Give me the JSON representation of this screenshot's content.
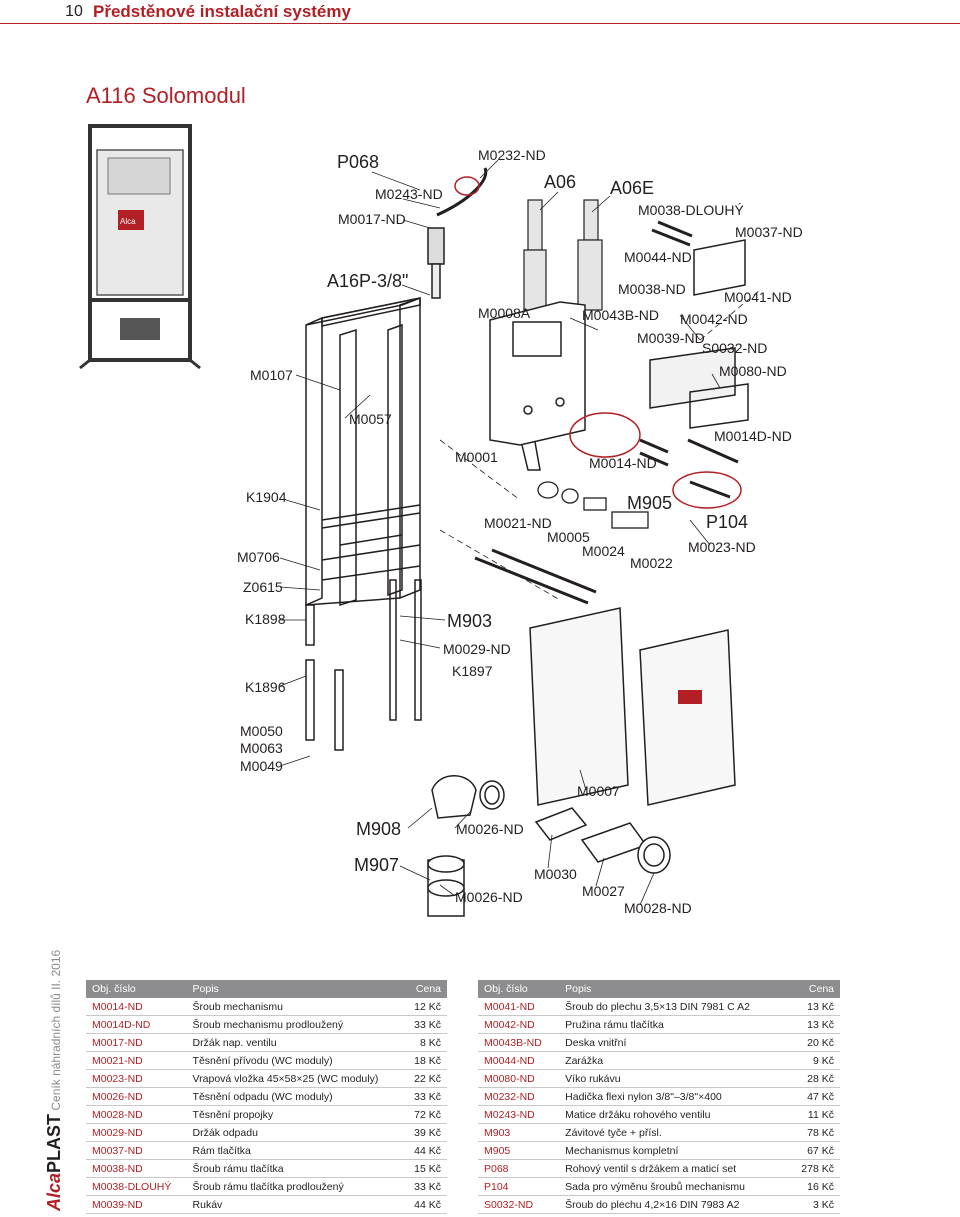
{
  "header": {
    "page_number": "10",
    "section_title": "Předstěnové instalační systémy"
  },
  "product_title": "A116 Solomodul",
  "side": {
    "brand_alca": "Alca",
    "brand_plast": "PLAST",
    "catalog_text": "Ceník náhradních dílů II. 2016"
  },
  "diagram_labels": {
    "p068": "P068",
    "m0232": "M0232-ND",
    "m0243": "M0243-ND",
    "m0017": "M0017-ND",
    "a06": "A06",
    "a06e": "A06E",
    "m0038_dlouhy": "M0038-DLOUHÝ",
    "m0037": "M0037-ND",
    "a16p": "A16P-3/8\"",
    "m0044": "M0044-ND",
    "m0038": "M0038-ND",
    "m0041": "M0041-ND",
    "m0008a": "M0008A",
    "m0043b": "M0043B-ND",
    "m0042": "M0042-ND",
    "m0039": "M0039-ND",
    "s0032": "S0032-ND",
    "m0107": "M0107",
    "m0080": "M0080-ND",
    "m0057": "M0057",
    "m0014d": "M0014D-ND",
    "m0001": "M0001",
    "m0014": "M0014-ND",
    "k1904": "K1904",
    "m905": "M905",
    "m0021": "M0021-ND",
    "p104": "P104",
    "m0005": "M0005",
    "m0706": "M0706",
    "m0024": "M0024",
    "m0023": "M0023-ND",
    "m0022": "M0022",
    "z0615": "Z0615",
    "k1898": "K1898",
    "m903": "M903",
    "m0029": "M0029-ND",
    "k1897": "K1897",
    "k1896": "K1896",
    "m0050": "M0050",
    "m0063": "M0063",
    "m0049": "M0049",
    "m0007": "M0007",
    "m908": "M908",
    "m0026a": "M0026-ND",
    "m907": "M907",
    "m0030": "M0030",
    "m0027": "M0027",
    "m0026b": "M0026-ND",
    "m0028": "M0028-ND",
    "logo_text": "Alca"
  },
  "table_headers": {
    "code": "Obj. číslo",
    "desc": "Popis",
    "price": "Cena"
  },
  "table_left": [
    {
      "code": "M0014-ND",
      "desc": "Šroub mechanismu",
      "price": "12 Kč"
    },
    {
      "code": "M0014D-ND",
      "desc": "Šroub mechanismu prodloužený",
      "price": "33 Kč"
    },
    {
      "code": "M0017-ND",
      "desc": "Držák nap. ventilu",
      "price": "8 Kč"
    },
    {
      "code": "M0021-ND",
      "desc": "Těsnění přívodu (WC moduly)",
      "price": "18 Kč"
    },
    {
      "code": "M0023-ND",
      "desc": "Vrapová vložka 45×58×25 (WC moduly)",
      "price": "22 Kč"
    },
    {
      "code": "M0026-ND",
      "desc": "Těsnění odpadu (WC moduly)",
      "price": "33 Kč"
    },
    {
      "code": "M0028-ND",
      "desc": "Těsnění propojky",
      "price": "72 Kč"
    },
    {
      "code": "M0029-ND",
      "desc": "Držák odpadu",
      "price": "39 Kč"
    },
    {
      "code": "M0037-ND",
      "desc": "Rám tlačítka",
      "price": "44 Kč"
    },
    {
      "code": "M0038-ND",
      "desc": "Šroub rámu tlačítka",
      "price": "15 Kč"
    },
    {
      "code": "M0038-DLOUHÝ",
      "desc": "Šroub rámu tlačítka prodloužený",
      "price": "33 Kč"
    },
    {
      "code": "M0039-ND",
      "desc": "Rukáv",
      "price": "44 Kč"
    }
  ],
  "table_right": [
    {
      "code": "M0041-ND",
      "desc": "Šroub do plechu 3,5×13 DIN 7981 C A2",
      "price": "13 Kč"
    },
    {
      "code": "M0042-ND",
      "desc": "Pružina rámu tlačítka",
      "price": "13 Kč"
    },
    {
      "code": "M0043B-ND",
      "desc": "Deska vnitřní",
      "price": "20 Kč"
    },
    {
      "code": "M0044-ND",
      "desc": "Zarážka",
      "price": "9 Kč"
    },
    {
      "code": "M0080-ND",
      "desc": "Víko rukávu",
      "price": "28 Kč"
    },
    {
      "code": "M0232-ND",
      "desc": "Hadička flexi nylon 3/8\"–3/8\"×400",
      "price": "47 Kč"
    },
    {
      "code": "M0243-ND",
      "desc": "Matice držáku rohového ventilu",
      "price": "11 Kč"
    },
    {
      "code": "M903",
      "desc": "Závitové tyče + přísl.",
      "price": "78 Kč"
    },
    {
      "code": "M905",
      "desc": "Mechanismus kompletní",
      "price": "67 Kč"
    },
    {
      "code": "P068",
      "desc": "Rohový ventil s držákem a maticí set",
      "price": "278 Kč"
    },
    {
      "code": "P104",
      "desc": "Sada pro výměnu šroubů mechanismu",
      "price": "16 Kč"
    },
    {
      "code": "S0032-ND",
      "desc": "Šroub do plechu 4,2×16 DIN 7983 A2",
      "price": "3 Kč"
    }
  ]
}
